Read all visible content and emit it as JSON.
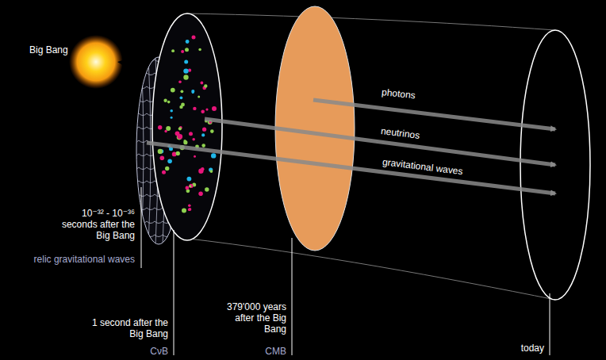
{
  "diagram": {
    "labels": [
      "Big Bang",
      "10⁻³² - 10⁻³⁶ seconds after the Big Bang",
      "relic gravitational waves",
      "1 second after the Big Bang",
      "CνB",
      "379'000 years after the Big Bang",
      "CMB",
      "today",
      "photons",
      "neutrinos",
      "gravitational waves"
    ]
  }
}
